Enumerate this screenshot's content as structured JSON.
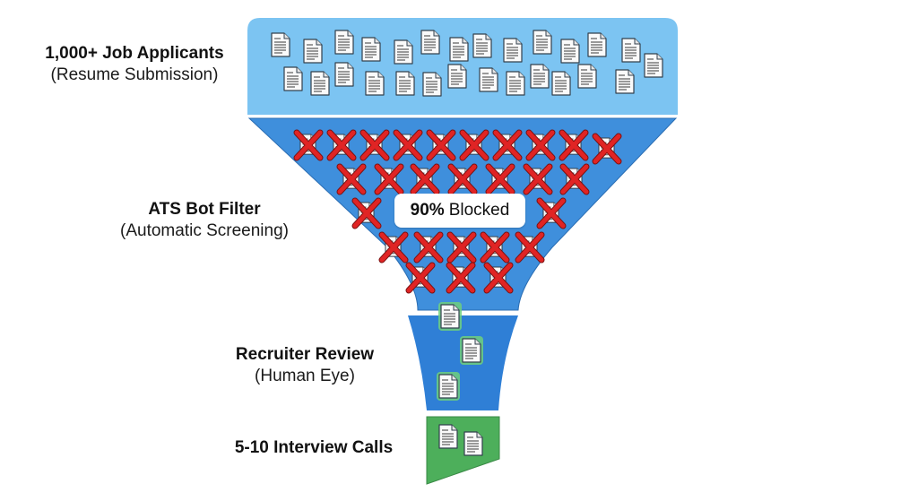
{
  "stages": [
    {
      "id": "applicants",
      "title": "1,000+ Job Applicants",
      "subtitle": "(Resume Submission)",
      "color": "#7cc4f2"
    },
    {
      "id": "ats",
      "title": "ATS Bot Filter",
      "subtitle": "(Automatic Screening)",
      "color": "#3f8fdc"
    },
    {
      "id": "recruiter",
      "title": "Recruiter Review",
      "subtitle": "(Human Eye)",
      "color": "#2f7fd6"
    },
    {
      "id": "interview",
      "title": "5-10 Interview Calls",
      "subtitle": "",
      "color": "#4daf5b"
    }
  ],
  "badge": {
    "percent": "90%",
    "text": "Blocked"
  },
  "counts": {
    "applicant_documents": 29,
    "blocked_documents": 27,
    "reviewed_documents": 3,
    "interview_documents": 2
  },
  "colors": {
    "cross": "#e02424",
    "doc_border_green": "#3a9a4a",
    "doc_border_dark": "#2b3a4a"
  }
}
